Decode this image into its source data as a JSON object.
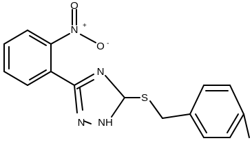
{
  "atoms": {
    "nitro_n": "N",
    "nitro_n_charge": "+",
    "nitro_o": "O",
    "nitro_o_charge": "-",
    "nitro_o_double": "O",
    "triazole_n3": "N",
    "triazole_n1": "N",
    "triazole_nh": "NH",
    "sulfur": "S"
  },
  "colors": {
    "bond": "#000000",
    "text": "#000000",
    "background": "#ffffff"
  }
}
